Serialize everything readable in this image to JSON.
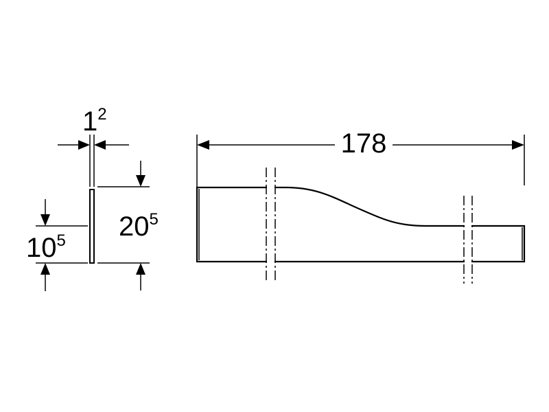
{
  "dimensions": {
    "thickness": {
      "main": "1",
      "sup": "2"
    },
    "height_total": {
      "main": "20",
      "sup": "5"
    },
    "height_half": {
      "main": "10",
      "sup": "5"
    },
    "length": {
      "main": "178"
    }
  }
}
